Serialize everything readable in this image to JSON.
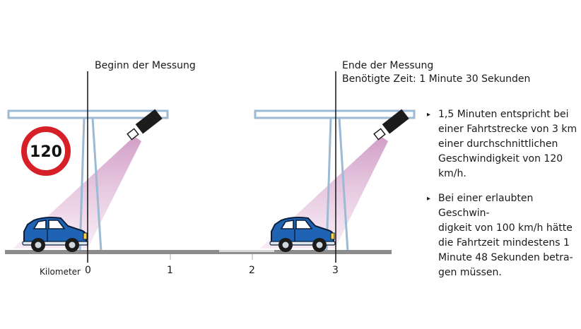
{
  "markers": {
    "start_label": "Beginn der Messung",
    "end_label": "Ende der Messung",
    "time_label": "Benötigte Zeit: 1 Minute 30 Sekunden"
  },
  "speed_sign": {
    "value": "120"
  },
  "axis": {
    "caption": "Kilometer",
    "ticks": [
      "0",
      "1",
      "2",
      "3"
    ]
  },
  "notes": [
    {
      "bullet": "▸",
      "text": "1,5 Minuten entspricht bei\neiner Fahrtstrecke von 3 km\neiner durchschnittlichen\nGeschwindigkeit von 120\nkm/h."
    },
    {
      "bullet": "▸",
      "text": "Bei einer erlaubten Geschwin-\ndigkeit von 100 km/h hätte\ndie Fahrtzeit mindestens 1\nMinute 48 Sekunden betra-\ngen müssen."
    }
  ],
  "colors": {
    "gantry": "#9dbad4",
    "road": "#8c8c8c",
    "car": "#1f64b4",
    "beam": "#d9a6cf",
    "sign_red": "#d61f26"
  }
}
